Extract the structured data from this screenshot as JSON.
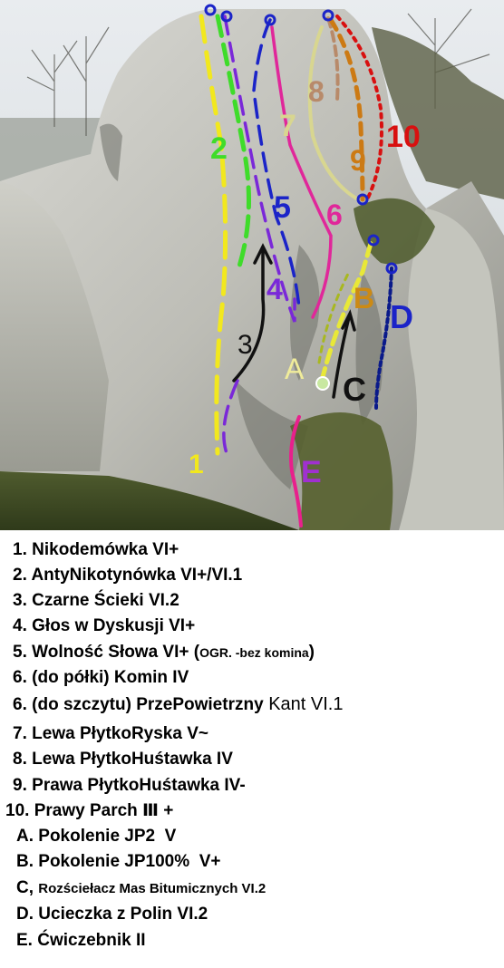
{
  "topo": {
    "labels": {
      "r1": "1",
      "r2": "2",
      "r3": "3",
      "r4": "4",
      "r5": "5",
      "r6": "6",
      "r7": "7",
      "r8": "8",
      "r9": "9",
      "r10": "10",
      "rA": "A",
      "rB": "B",
      "rC": "C",
      "rD": "D",
      "rE": "E"
    },
    "colors": {
      "yellow": "#f2e81e",
      "green": "#3fdc2a",
      "purple": "#7a28d8",
      "blue": "#1b24c8",
      "magenta": "#e0279a",
      "khaki": "#d8d690",
      "tan": "#b88a6a",
      "orange": "#cc7a14",
      "red": "#d81010",
      "navy": "#0a1a8a",
      "black": "#111111",
      "pink": "#e8208c",
      "violet": "#a030d0",
      "lightyellow": "#f0ec9a"
    }
  },
  "legend": {
    "items": [
      {
        "num": "1.",
        "name": "Nikodemówka VI+"
      },
      {
        "num": "2.",
        "name": "AntyNikotynówka VI+/VI.1"
      },
      {
        "num": "3.",
        "name": "Czarne Ścieki VI.2"
      },
      {
        "num": "4.",
        "name": "Głos w Dyskusji VI+"
      },
      {
        "num": "5.",
        "name": "Wolność Słowa VI+",
        "note_open": "(",
        "note": "OGR. -bez komina",
        "note_close": ")"
      },
      {
        "num": "6.",
        "name": "(do półki) Komin IV"
      },
      {
        "num": "6.",
        "name": "(do szczytu) PrzePowietrzny",
        "tail": " Kant VI.1"
      },
      {
        "num": "7.",
        "name": "Lewa PłytkoRyska V",
        "sym": "~"
      },
      {
        "num": "8.",
        "name": "Lewa PłytkoHuśtawka IV"
      },
      {
        "num": "9.",
        "name": "Prawa PłytkoHuśtawka IV",
        "sym": "-"
      },
      {
        "num": "10.",
        "name": "Prawy Parch Ⅲ +"
      },
      {
        "num": "A.",
        "name": "Pokolenie JP2  V"
      },
      {
        "num": "B.",
        "name": "Pokolenie JP100%  V+"
      },
      {
        "num": "C,",
        "name": "Rozściełacz Mas Bitumicznych VI.2"
      },
      {
        "num": "D.",
        "name": "Ucieczka z Polin VI.2"
      },
      {
        "num": "E.",
        "name": "Ćwiczebnik II"
      }
    ]
  }
}
